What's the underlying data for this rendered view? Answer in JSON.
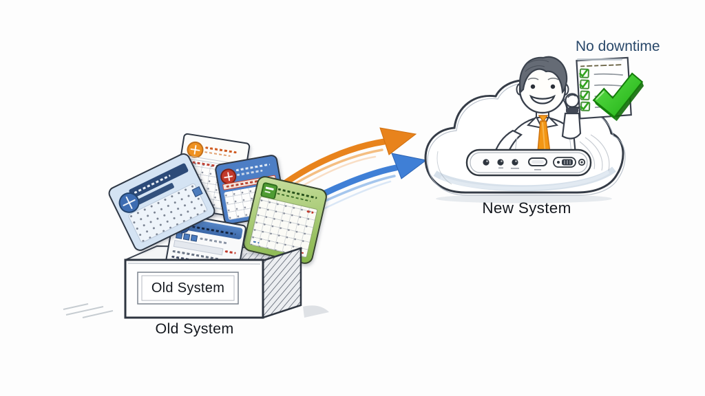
{
  "old_system": {
    "box_label": "Old System",
    "caption": "Old System"
  },
  "new_system": {
    "label": "New System"
  },
  "badge": {
    "text": "No downtime"
  },
  "checklist": {
    "item_count": 4,
    "all_checked": true
  },
  "arrows": [
    {
      "name": "migration-arrow-orange",
      "color": "#e8831c"
    },
    {
      "name": "migration-arrow-blue",
      "color": "#3f7fd6"
    }
  ],
  "cards": [
    {
      "name": "calendar-card-blue-globe",
      "accent": "#2c4a78"
    },
    {
      "name": "calendar-card-orange",
      "accent": "#ef9120"
    },
    {
      "name": "calendar-card-blue-red",
      "accent": "#c23a2c"
    },
    {
      "name": "calendar-card-green",
      "accent": "#4f9c33"
    },
    {
      "name": "schedule-card-blue-header",
      "accent": "#3a66a6"
    }
  ],
  "colors": {
    "check_green": "#2fbf1d",
    "badge_text": "#29486a",
    "label_text": "#14181e",
    "tie_orange": "#f7a01d",
    "sketch_line": "#353c47"
  }
}
